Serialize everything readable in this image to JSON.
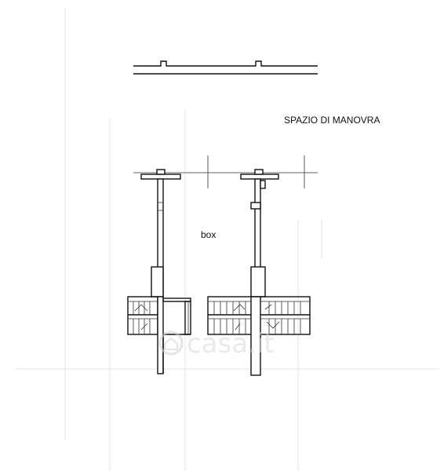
{
  "plan": {
    "area_label": "SPAZIO DI MANOVRA",
    "room_label": "box"
  },
  "watermark": {
    "text": "casa.it",
    "color": "#d9d9d9"
  },
  "colors": {
    "ink": "#111111",
    "background": "#ffffff"
  }
}
